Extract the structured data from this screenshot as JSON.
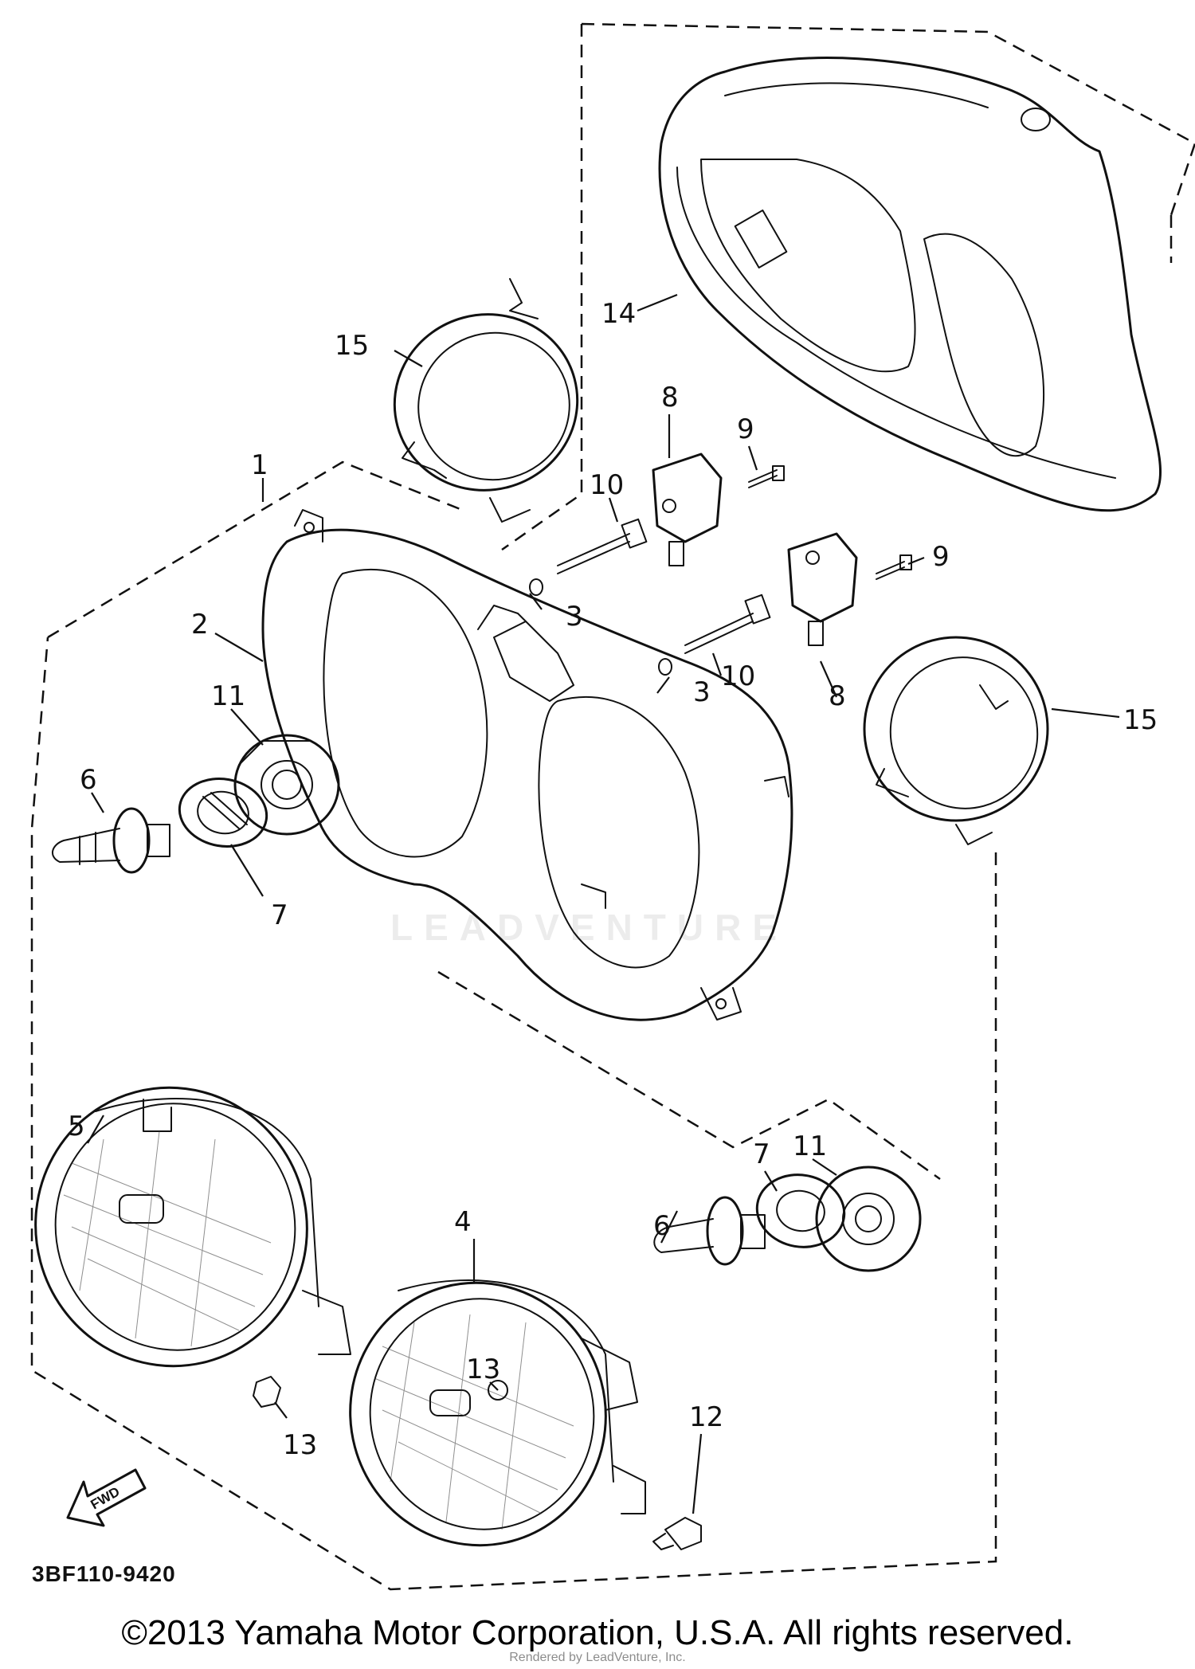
{
  "diagram": {
    "part_number": "3BF110-9420",
    "fwd_label": "FWD",
    "watermark": "LEADVENTURE",
    "callouts": {
      "c1": "1",
      "c2": "2",
      "c3a": "3",
      "c3b": "3",
      "c4": "4",
      "c5": "5",
      "c6a": "6",
      "c6b": "6",
      "c7a": "7",
      "c7b": "7",
      "c8a": "8",
      "c8b": "8",
      "c9a": "9",
      "c9b": "9",
      "c10a": "10",
      "c10b": "10",
      "c11a": "11",
      "c11b": "11",
      "c12": "12",
      "c13a": "13",
      "c13b": "13",
      "c14": "14",
      "c15a": "15",
      "c15b": "15"
    }
  },
  "footer": {
    "copyright": "©2013 Yamaha Motor Corporation, U.S.A. All rights reserved.",
    "rendered_by": "Rendered by LeadVenture, Inc."
  }
}
